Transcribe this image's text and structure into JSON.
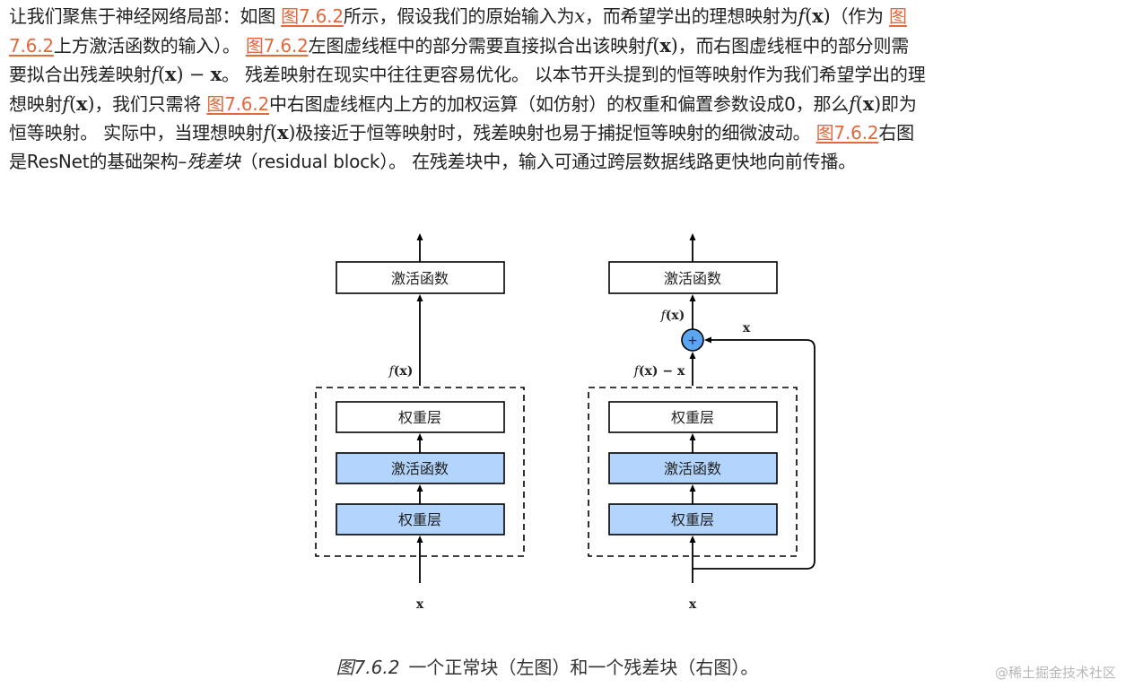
{
  "paragraph": {
    "l1_a": "让我们聚焦于神经网络局部：如图 ",
    "link_fig": "图7.6.2",
    "l1_b": "所示，假设我们的原始输入为",
    "var_x": "x",
    "l1_c": "，而希望学出的理想映射为",
    "l1_d": "（作为 ",
    "link_fig_l1_tail": "图",
    "link_fig_l2_head": "7.6.2",
    "l2_a": "上方激活函数的输入）。 ",
    "l2_b": "左图虚线框中的部分需要直接拟合出该映射",
    "l2_c": "，而右图虚线框中的部分则需",
    "l3_a": "要拟合出残差映射",
    "l3_b": "。 残差映射在现实中往往更容易优化。 以本节开头提到的恒等映射作为我们希望学出的理",
    "l4_a": "想映射",
    "l4_b": "，我们只需将 ",
    "l4_c": "中右图虚线框内上方的加权运算（如仿射）的权重和偏置参数设成0，那么",
    "l4_d": "即为",
    "l5_a": "恒等映射。 实际中，当理想映射",
    "l5_b": "极接近于恒等映射时，残差映射也易于捕捉恒等映射的细微波动。 ",
    "l5_c": "右图",
    "l6_a": "是ResNet的基础架构–",
    "l6_italic": "残差块",
    "l6_b": "（residual block）。 在残差块中，输入可通过跨层数据线路更快地向前传播。",
    "math_fx_f": "f",
    "math_fx_open": "(",
    "math_fx_x": "x",
    "math_fx_close": ")",
    "math_minus": " − "
  },
  "figure": {
    "left": {
      "activation_label": "激活函数",
      "weight_top_label": "权重层",
      "activation_mid_label": "激活函数",
      "weight_bottom_label": "权重层",
      "fx_label_f": "f",
      "fx_label_rest": "(x)",
      "input_label": "x"
    },
    "right": {
      "activation_label": "激活函数",
      "weight_top_label": "权重层",
      "activation_mid_label": "激活函数",
      "weight_bottom_label": "权重层",
      "fx_label_f": "f",
      "fx_label_rest": "(x)",
      "residual_label_f": "f",
      "residual_label_rest": "(x) − x",
      "plus_label": "+",
      "skip_label": "x",
      "input_label": "x"
    },
    "colors": {
      "box_fill_white": "#ffffff",
      "box_fill_blue": "#b3d4fc",
      "plus_fill": "#5aa7ef",
      "stroke": "#000000",
      "link": "#e3683e"
    }
  },
  "caption": {
    "number": "图7.6.2",
    "text": "一个正常块（左图）和一个残差块（右图）。"
  },
  "watermark": "@稀土掘金技术社区"
}
